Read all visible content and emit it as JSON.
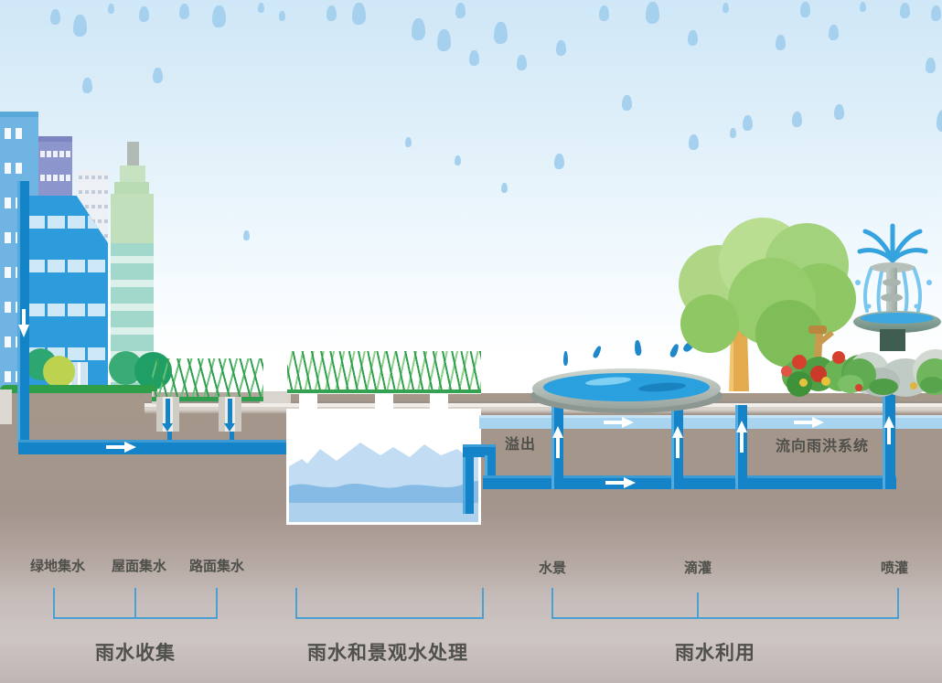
{
  "annotations": {
    "overflow": "溢出",
    "to_storm_system": "流向雨洪系统"
  },
  "groups": [
    {
      "title": "雨水收集",
      "items": [
        "绿地集水",
        "屋面集水",
        "路面集水"
      ]
    },
    {
      "title": "雨水和景观水处理",
      "items": []
    },
    {
      "title": "雨水利用",
      "items": [
        "水景",
        "滴灌",
        "喷灌"
      ]
    }
  ],
  "colors": {
    "pipe_blue": "#1583c7",
    "overflow_channel_blue": "#a9d4f0",
    "bracket_blue": "#4aa0d4",
    "label_gray": "#4f4f4b",
    "ground_brown": "#a59789",
    "sky_blue": "#cfe7f7",
    "rain_drop_blue": "#a5d0ee"
  },
  "scene": {
    "rain_drops": [
      [
        55,
        10,
        1
      ],
      [
        80,
        16,
        2
      ],
      [
        118,
        4,
        0
      ],
      [
        152,
        7,
        1
      ],
      [
        196,
        4,
        1
      ],
      [
        232,
        6,
        2
      ],
      [
        282,
        3,
        0
      ],
      [
        90,
        85,
        1
      ],
      [
        167,
        74,
        1
      ],
      [
        70,
        233,
        1
      ],
      [
        266,
        252,
        0
      ],
      [
        305,
        12,
        0
      ],
      [
        357,
        6,
        1
      ],
      [
        385,
        3,
        2
      ],
      [
        450,
        20,
        2
      ],
      [
        478,
        32,
        2
      ],
      [
        498,
        3,
        1
      ],
      [
        513,
        55,
        1
      ],
      [
        540,
        24,
        2
      ],
      [
        565,
        60,
        1
      ],
      [
        608,
        44,
        1
      ],
      [
        497,
        170,
        0
      ],
      [
        606,
        168,
        1
      ],
      [
        548,
        200,
        0
      ],
      [
        443,
        150,
        0
      ],
      [
        655,
        6,
        1
      ],
      [
        706,
        2,
        2
      ],
      [
        752,
        33,
        1
      ],
      [
        790,
        3,
        0
      ],
      [
        848,
        38,
        1
      ],
      [
        875,
        2,
        1
      ],
      [
        906,
        27,
        1
      ],
      [
        940,
        2,
        0
      ],
      [
        984,
        3,
        1
      ],
      [
        1018,
        6,
        1
      ],
      [
        1012,
        63,
        1
      ],
      [
        680,
        104,
        1
      ],
      [
        753,
        147,
        1
      ],
      [
        798,
        140,
        0
      ],
      [
        812,
        126,
        1
      ],
      [
        866,
        122,
        1
      ],
      [
        912,
        114,
        1
      ],
      [
        1024,
        120,
        2
      ]
    ]
  }
}
